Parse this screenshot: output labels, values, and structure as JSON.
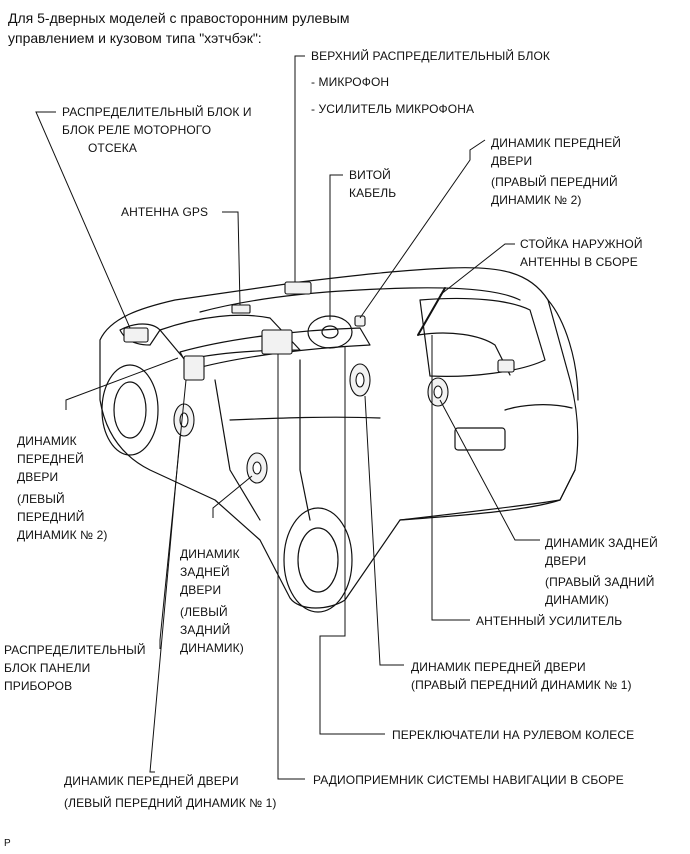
{
  "header": {
    "line1": "Для 5-дверных моделей с правосторонним рулевым",
    "line2": "управлением и кузовом типа \"хэтчбэк\":"
  },
  "labels": {
    "upper_junction_block": "ВЕРХНИЙ РАСПРЕДЕЛИТЕЛЬНЫЙ БЛОК",
    "microphone": "- МИКРОФОН",
    "mic_amplifier": "- УСИЛИТЕЛЬ МИКРОФОНА",
    "engine_room_block": [
      "РАСПРЕДЕЛИТЕЛЬНЫЙ БЛОК И",
      "БЛОК РЕЛЕ МОТОРНОГО",
      "ОТСЕКА"
    ],
    "front_door_speaker_rh2": [
      "ДИНАМИК ПЕРЕДНЕЙ",
      "ДВЕРИ",
      "(ПРАВЫЙ ПЕРЕДНИЙ",
      "ДИНАМИК № 2)"
    ],
    "spiral_cable": [
      "ВИТОЙ",
      "КАБЕЛЬ"
    ],
    "gps_antenna": "АНТЕННА GPS",
    "outer_antenna": [
      "СТОЙКА НАРУЖНОЙ",
      "АНТЕННЫ В СБОРЕ"
    ],
    "front_door_speaker_lh2": [
      "ДИНАМИК",
      "ПЕРЕДНЕЙ",
      "ДВЕРИ",
      "(ЛЕВЫЙ",
      "ПЕРЕДНИЙ",
      "ДИНАМИК № 2)"
    ],
    "rear_door_speaker_rh": [
      "ДИНАМИК ЗАДНЕЙ",
      "ДВЕРИ",
      "(ПРАВЫЙ ЗАДНИЙ",
      "ДИНАМИК)"
    ],
    "rear_door_speaker_lh": [
      "ДИНАМИК",
      "ЗАДНЕЙ",
      "ДВЕРИ",
      "(ЛЕВЫЙ",
      "ЗАДНИЙ",
      "ДИНАМИК)"
    ],
    "antenna_amplifier": "АНТЕННЫЙ УСИЛИТЕЛЬ",
    "instrument_panel_block": [
      "РАСПРЕДЕЛИТЕЛЬНЫЙ",
      "БЛОК ПАНЕЛИ",
      "ПРИБОРОВ"
    ],
    "front_door_speaker_rh1": [
      "ДИНАМИК ПЕРЕДНЕЙ ДВЕРИ",
      "(ПРАВЫЙ ПЕРЕДНИЙ ДИНАМИК № 1)"
    ],
    "steering_switches": "ПЕРЕКЛЮЧАТЕЛИ НА РУЛЕВОМ КОЛЕСЕ",
    "front_door_speaker_lh1": [
      "ДИНАМИК ПЕРЕДНЕЙ ДВЕРИ",
      "(ЛЕВЫЙ ПЕРЕДНИЙ ДИНАМИК № 1)"
    ],
    "navigation_receiver": "РАДИОПРИЕМНИК СИСТЕМЫ НАВИГАЦИИ В СБОРЕ"
  },
  "footer": {
    "code": "P"
  }
}
